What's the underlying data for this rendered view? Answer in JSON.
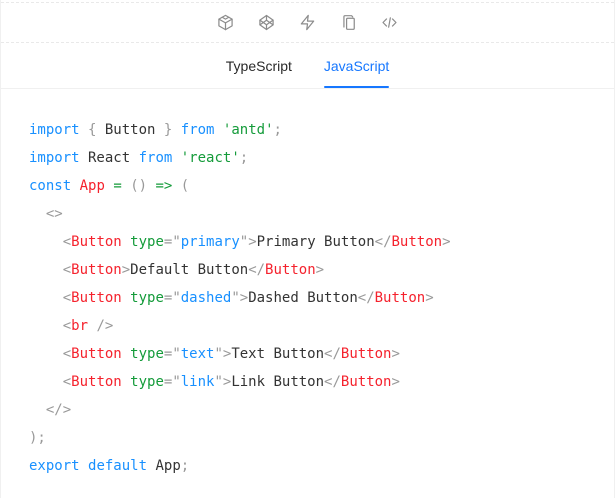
{
  "toolbar": {
    "icons": [
      "codesandbox-icon",
      "codepen-icon",
      "thunderbolt-icon",
      "copy-icon",
      "code-icon"
    ]
  },
  "tabs": [
    {
      "label": "TypeScript",
      "active": false
    },
    {
      "label": "JavaScript",
      "active": true
    }
  ],
  "colors": {
    "accent": "#1677ff",
    "icon": "#8c8c8c",
    "border_solid": "#f0f0f0",
    "border_dashed": "#e9e9e9"
  },
  "code": {
    "language": "jsx",
    "token_colors": {
      "k": "#1890ff",
      "g": "#149b3a",
      "r": "#f5222d",
      "p": "#999999",
      "t": "#333333"
    },
    "lines": [
      [
        [
          "k",
          "import"
        ],
        [
          "t",
          " "
        ],
        [
          "p",
          "{"
        ],
        [
          "t",
          " Button "
        ],
        [
          "p",
          "}"
        ],
        [
          "t",
          " "
        ],
        [
          "k",
          "from"
        ],
        [
          "t",
          " "
        ],
        [
          "g",
          "'antd'"
        ],
        [
          "p",
          ";"
        ]
      ],
      [
        [
          "k",
          "import"
        ],
        [
          "t",
          " React "
        ],
        [
          "k",
          "from"
        ],
        [
          "t",
          " "
        ],
        [
          "g",
          "'react'"
        ],
        [
          "p",
          ";"
        ]
      ],
      [
        [
          "k",
          "const"
        ],
        [
          "t",
          " "
        ],
        [
          "r",
          "App"
        ],
        [
          "t",
          " "
        ],
        [
          "g",
          "="
        ],
        [
          "t",
          " "
        ],
        [
          "p",
          "()"
        ],
        [
          "t",
          " "
        ],
        [
          "g",
          "=>"
        ],
        [
          "t",
          " "
        ],
        [
          "p",
          "("
        ]
      ],
      [
        [
          "t",
          "  "
        ],
        [
          "p",
          "<>"
        ]
      ],
      [
        [
          "t",
          "    "
        ],
        [
          "p",
          "<"
        ],
        [
          "r",
          "Button"
        ],
        [
          "t",
          " "
        ],
        [
          "g",
          "type"
        ],
        [
          "p",
          "=\""
        ],
        [
          "k",
          "primary"
        ],
        [
          "p",
          "\">"
        ],
        [
          "t",
          "Primary Button"
        ],
        [
          "p",
          "</"
        ],
        [
          "r",
          "Button"
        ],
        [
          "p",
          ">"
        ]
      ],
      [
        [
          "t",
          "    "
        ],
        [
          "p",
          "<"
        ],
        [
          "r",
          "Button"
        ],
        [
          "p",
          ">"
        ],
        [
          "t",
          "Default Button"
        ],
        [
          "p",
          "</"
        ],
        [
          "r",
          "Button"
        ],
        [
          "p",
          ">"
        ]
      ],
      [
        [
          "t",
          "    "
        ],
        [
          "p",
          "<"
        ],
        [
          "r",
          "Button"
        ],
        [
          "t",
          " "
        ],
        [
          "g",
          "type"
        ],
        [
          "p",
          "=\""
        ],
        [
          "k",
          "dashed"
        ],
        [
          "p",
          "\">"
        ],
        [
          "t",
          "Dashed Button"
        ],
        [
          "p",
          "</"
        ],
        [
          "r",
          "Button"
        ],
        [
          "p",
          ">"
        ]
      ],
      [
        [
          "t",
          "    "
        ],
        [
          "p",
          "<"
        ],
        [
          "r",
          "br"
        ],
        [
          "t",
          " "
        ],
        [
          "p",
          "/>"
        ]
      ],
      [
        [
          "t",
          "    "
        ],
        [
          "p",
          "<"
        ],
        [
          "r",
          "Button"
        ],
        [
          "t",
          " "
        ],
        [
          "g",
          "type"
        ],
        [
          "p",
          "=\""
        ],
        [
          "k",
          "text"
        ],
        [
          "p",
          "\">"
        ],
        [
          "t",
          "Text Button"
        ],
        [
          "p",
          "</"
        ],
        [
          "r",
          "Button"
        ],
        [
          "p",
          ">"
        ]
      ],
      [
        [
          "t",
          "    "
        ],
        [
          "p",
          "<"
        ],
        [
          "r",
          "Button"
        ],
        [
          "t",
          " "
        ],
        [
          "g",
          "type"
        ],
        [
          "p",
          "=\""
        ],
        [
          "k",
          "link"
        ],
        [
          "p",
          "\">"
        ],
        [
          "t",
          "Link Button"
        ],
        [
          "p",
          "</"
        ],
        [
          "r",
          "Button"
        ],
        [
          "p",
          ">"
        ]
      ],
      [
        [
          "t",
          "  "
        ],
        [
          "p",
          "</>"
        ]
      ],
      [
        [
          "p",
          ");"
        ]
      ],
      [
        [
          "k",
          "export"
        ],
        [
          "t",
          " "
        ],
        [
          "k",
          "default"
        ],
        [
          "t",
          " App"
        ],
        [
          "p",
          ";"
        ]
      ]
    ]
  }
}
